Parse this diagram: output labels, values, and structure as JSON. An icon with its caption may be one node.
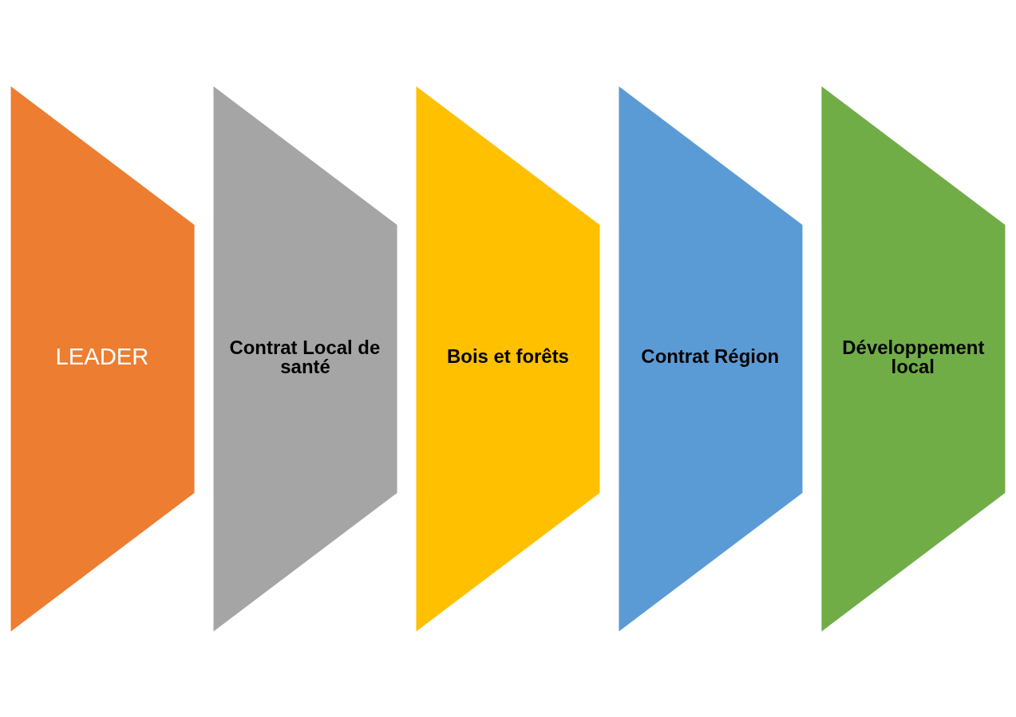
{
  "diagram": {
    "nodes": [
      {
        "text": [
          "LEADER"
        ]
      },
      {
        "text": [
          "Contrat Local de santé"
        ]
      },
      {
        "text": [
          "Bois et forêts"
        ]
      },
      {
        "text": [
          "Contrat Région"
        ]
      },
      {
        "text": [
          "Développement local"
        ]
      }
    ]
  }
}
